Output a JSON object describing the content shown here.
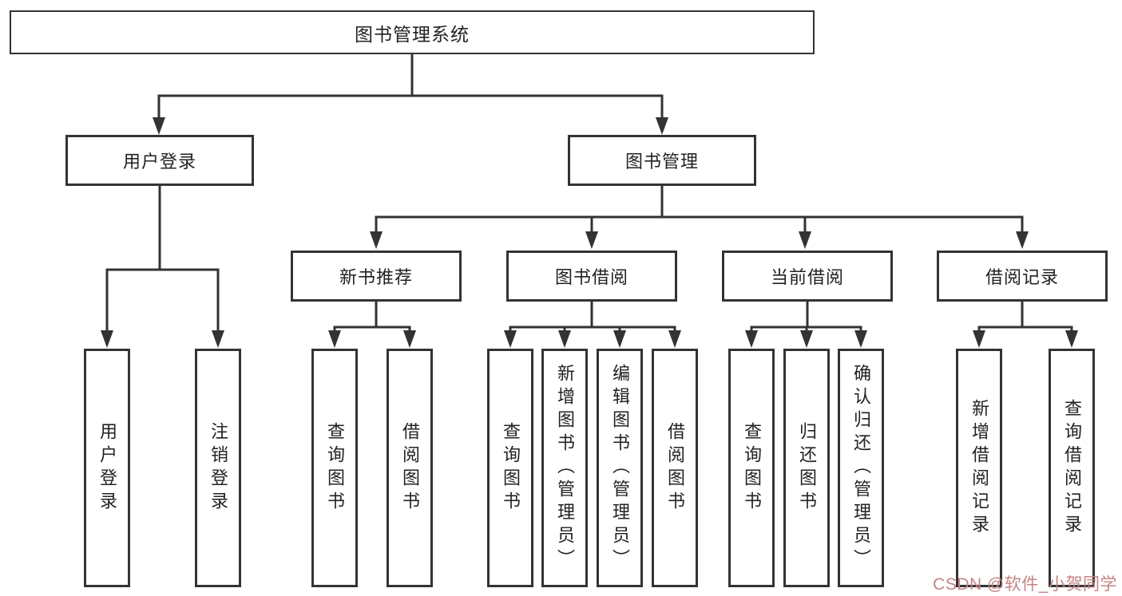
{
  "diagram": {
    "root": "图书管理系统",
    "level2": {
      "user_login": "用户登录",
      "book_mgmt": "图书管理"
    },
    "level3": {
      "new_book": "新书推荐",
      "book_borrow": "图书借阅",
      "current_borrow": "当前借阅",
      "borrow_record": "借阅记录"
    },
    "leaves": {
      "user_login_1": "用户登录",
      "user_login_2": "注销登录",
      "new_book_1": "查询图书",
      "new_book_2": "借阅图书",
      "book_borrow_1": "查询图书",
      "book_borrow_2": "新增图书（管理员）",
      "book_borrow_3": "编辑图书（管理员）",
      "book_borrow_4": "借阅图书",
      "current_borrow_1": "查询图书",
      "current_borrow_2": "归还图书",
      "current_borrow_3": "确认归还（管理员）",
      "borrow_record_1": "新增借阅记录",
      "borrow_record_2": "查询借阅记录"
    },
    "watermark": "CSDN @软件_小贺同学",
    "colors": {
      "line": "#333333",
      "text": "#222222",
      "watermark": "#c48484"
    }
  }
}
